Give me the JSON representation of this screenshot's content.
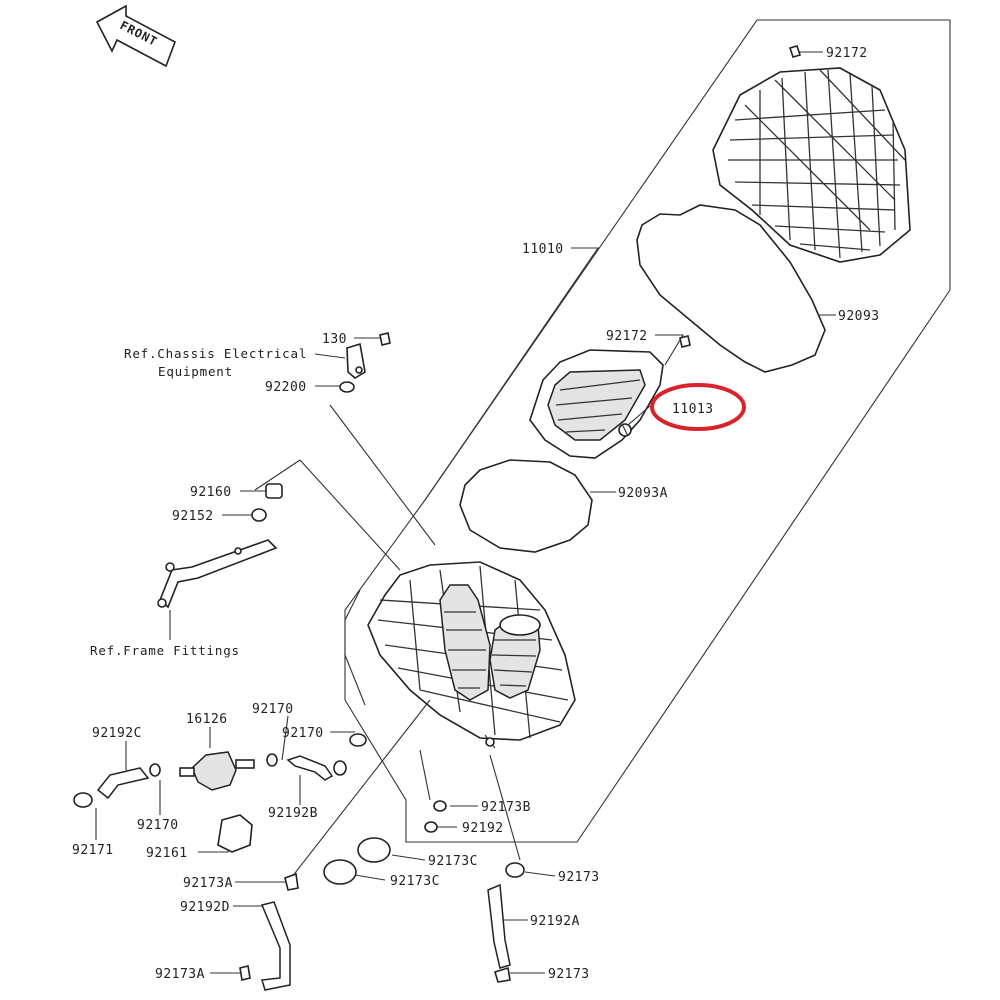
{
  "front_arrow": {
    "label": "FRONT"
  },
  "callout_color": "#d9232a",
  "parts": [
    {
      "id": "p1",
      "label": "92172"
    },
    {
      "id": "p2",
      "label": "11010"
    },
    {
      "id": "p3",
      "label": "92093"
    },
    {
      "id": "p4",
      "label": "92172"
    },
    {
      "id": "p5",
      "label": "11013"
    },
    {
      "id": "p6",
      "label": "92093A"
    },
    {
      "id": "p7",
      "label": "130"
    },
    {
      "id": "p8",
      "label": "92200"
    },
    {
      "id": "p9",
      "label": "92160"
    },
    {
      "id": "p10",
      "label": "92152"
    },
    {
      "id": "p11",
      "label": "92170"
    },
    {
      "id": "p12",
      "label": "92170"
    },
    {
      "id": "p13",
      "label": "16126"
    },
    {
      "id": "p14",
      "label": "92192C"
    },
    {
      "id": "p15",
      "label": "92170"
    },
    {
      "id": "p16",
      "label": "92171"
    },
    {
      "id": "p17",
      "label": "92161"
    },
    {
      "id": "p18",
      "label": "92192B"
    },
    {
      "id": "p19",
      "label": "92173B"
    },
    {
      "id": "p20",
      "label": "92192"
    },
    {
      "id": "p21",
      "label": "92173C"
    },
    {
      "id": "p22",
      "label": "92173C"
    },
    {
      "id": "p23",
      "label": "92173"
    },
    {
      "id": "p24",
      "label": "92173A"
    },
    {
      "id": "p25",
      "label": "92192D"
    },
    {
      "id": "p26",
      "label": "92192A"
    },
    {
      "id": "p27",
      "label": "92173A"
    },
    {
      "id": "p28",
      "label": "92173"
    }
  ],
  "references": {
    "chassis_line1": "Ref.Chassis Electrical",
    "chassis_line2": "Equipment",
    "frame": "Ref.Frame Fittings"
  }
}
